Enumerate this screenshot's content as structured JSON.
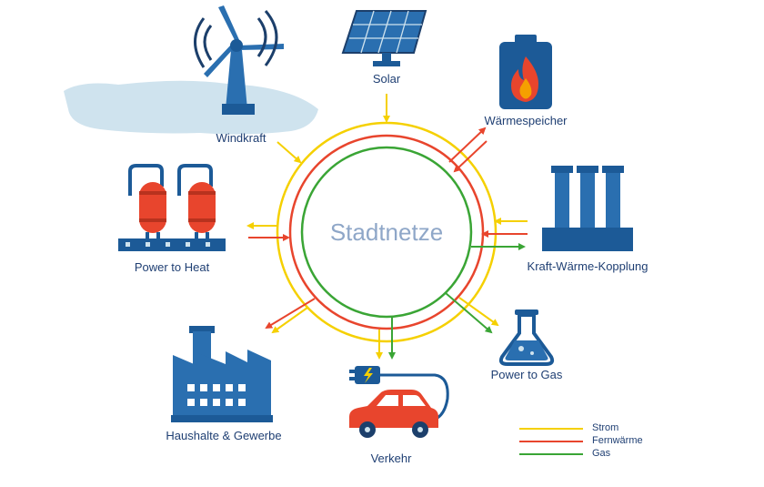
{
  "center_label": "Stadtnetze",
  "nodes": {
    "solar": "Solar",
    "waermespeicher": "Wärmespeicher",
    "windkraft": "Windkraft",
    "kwk": "Kraft-Wärme-Kopplung",
    "power_to_heat": "Power to Heat",
    "power_to_gas": "Power to Gas",
    "haushalte": "Haushalte & Gewerbe",
    "verkehr": "Verkehr"
  },
  "legend": [
    {
      "label": "Strom",
      "color": "#f5d000"
    },
    {
      "label": "Fernwärme",
      "color": "#e8452d"
    },
    {
      "label": "Gas",
      "color": "#3aa535"
    }
  ],
  "colors": {
    "dark_blue": "#1c5a97",
    "mid_blue": "#2a6fb0",
    "red": "#e8452d",
    "yellow": "#f5d000",
    "green": "#3aa535",
    "cloud": "#cfe3ee"
  },
  "icons": [
    "wind-turbine-icon",
    "solar-panel-icon",
    "battery-flame-icon",
    "power-plant-icon",
    "boiler-tanks-icon",
    "flask-icon",
    "factory-icon",
    "electric-car-icon"
  ]
}
